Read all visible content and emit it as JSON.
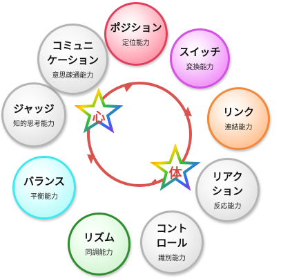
{
  "nodes": [
    {
      "id": "position",
      "title_lines": [
        "ポジション"
      ],
      "sub": "定位能力"
    },
    {
      "id": "switch",
      "title_lines": [
        "スイッチ"
      ],
      "sub": "変換能力"
    },
    {
      "id": "link",
      "title_lines": [
        "リンク"
      ],
      "sub": "連結能力"
    },
    {
      "id": "reaction",
      "title_lines": [
        "リアク",
        "ション"
      ],
      "sub": "反応能力"
    },
    {
      "id": "control",
      "title_lines": [
        "コント",
        "ロール"
      ],
      "sub": "識別能力"
    },
    {
      "id": "rhythm",
      "title_lines": [
        "リズム"
      ],
      "sub": "同調能力"
    },
    {
      "id": "balance",
      "title_lines": [
        "バランス"
      ],
      "sub": "平衡能力"
    },
    {
      "id": "judge",
      "title_lines": [
        "ジャッジ"
      ],
      "sub": "知的思考能力"
    },
    {
      "id": "communication",
      "title_lines": [
        "コミュニ",
        "ケーション"
      ],
      "sub": "意思疎通能力"
    }
  ],
  "center": {
    "mind_label": "心",
    "body_label": "体",
    "cycle_color": "#d9534f",
    "mind_label_color": "#e04040",
    "body_label_color": "#e04040"
  }
}
